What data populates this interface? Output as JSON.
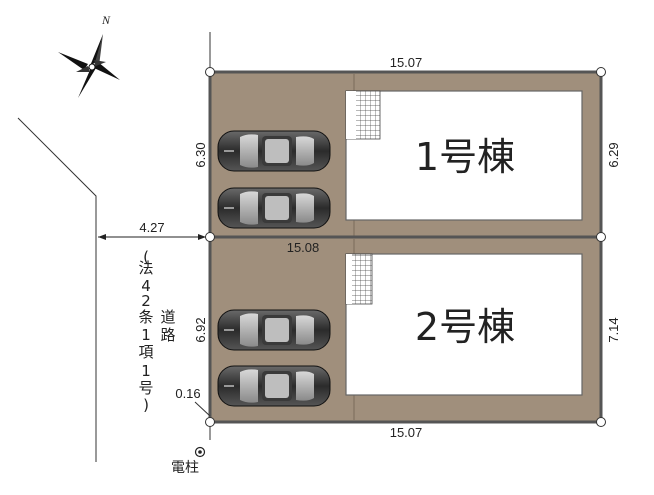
{
  "compass": {
    "north_label": "N",
    "icon": "compass-rose-icon"
  },
  "lots": [
    {
      "label": "1号棟",
      "dim_top": "15.07",
      "dim_left": "6.30",
      "dim_right": "6.29"
    },
    {
      "label": "2号棟",
      "dim_top": "15.08",
      "dim_left": "6.92",
      "dim_right": "7.14",
      "dim_bottom": "15.07"
    }
  ],
  "road": {
    "width": "4.27",
    "law_chars": [
      "(",
      "法",
      "4",
      "2",
      "条",
      "1",
      "項",
      "1",
      "号",
      ")"
    ],
    "name_chars": [
      "道",
      "路"
    ]
  },
  "setback": "0.16",
  "utility_pole": {
    "label": "電柱",
    "icon": "utility-pole-icon"
  },
  "colors": {
    "parking": "#a08f7c",
    "site_border": "#555555",
    "building": "#ffffff"
  }
}
